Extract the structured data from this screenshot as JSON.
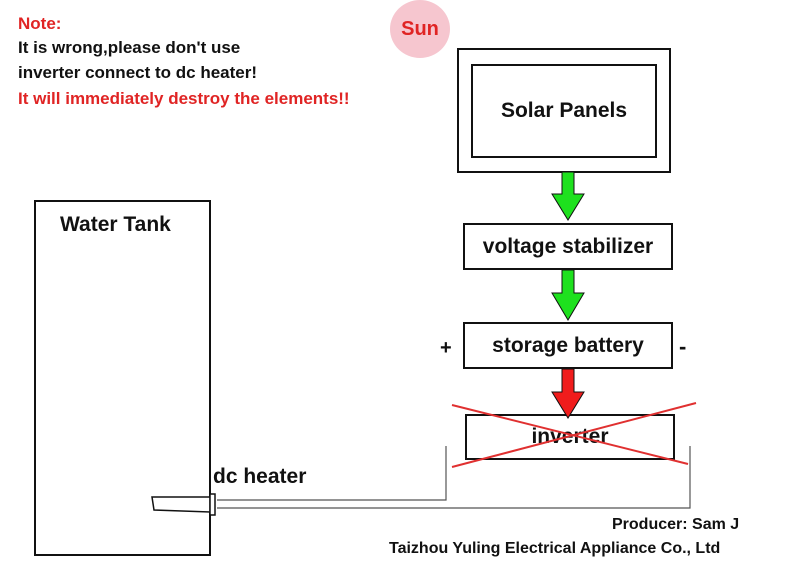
{
  "note": {
    "title": "Note:",
    "line1": "It is wrong,please don't use",
    "line2": "inverter connect to dc heater!",
    "warning": "It will immediately destroy the elements!!"
  },
  "sun_label": "Sun",
  "boxes": {
    "solar_panels": "Solar Panels",
    "voltage_stabilizer": "voltage stabilizer",
    "storage_battery": "storage battery",
    "inverter": "inverter"
  },
  "polarity": {
    "plus": "+",
    "minus": "-"
  },
  "water_tank": "Water Tank",
  "dc_heater": "dc heater",
  "credits": {
    "producer": "Producer: Sam J",
    "company": "Taizhou Yuling Electrical Appliance Co., Ltd"
  },
  "colors": {
    "ok_arrow": "#1ee11e",
    "bad_arrow": "#f01c1c",
    "note_red": "#e02424",
    "sun_fill": "#f6c6cf",
    "cross": "#e03030"
  }
}
